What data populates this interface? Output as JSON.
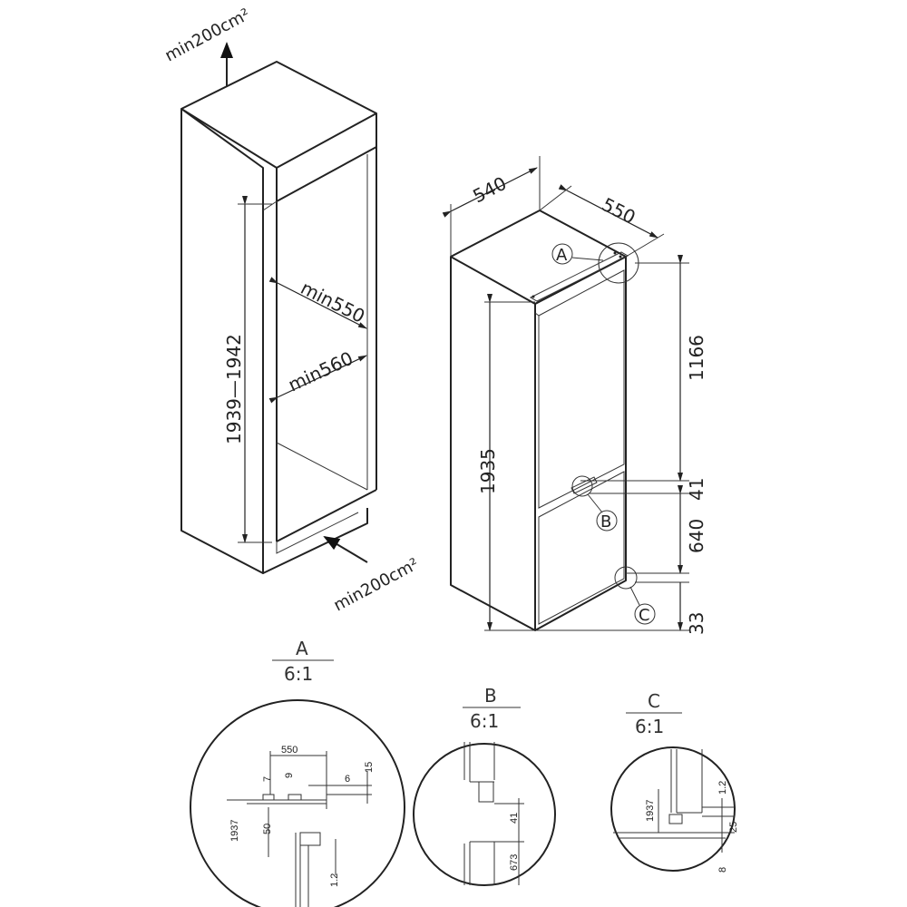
{
  "left_view": {
    "vent_top": "min200cm²",
    "vent_bottom": "min200cm²",
    "height_range": "1939—1942",
    "min_depth": "min550",
    "min_width": "min560"
  },
  "right_view": {
    "width": "540",
    "depth": "550",
    "total_height": "1935",
    "upper_door": "1166",
    "gap": "41",
    "lower_door": "640",
    "bottom_gap": "33",
    "marker_a": "A",
    "marker_b": "B",
    "marker_c": "C"
  },
  "details": [
    {
      "name": "A",
      "scale": "6:1",
      "dims": {
        "d550": "550",
        "d7": "7",
        "d9": "9",
        "d6": "6",
        "d15": "15",
        "d1937": "1937",
        "d50": "50",
        "d12": "1.2"
      }
    },
    {
      "name": "B",
      "scale": "6:1",
      "dims": {
        "d41": "41",
        "d673": "673"
      }
    },
    {
      "name": "C",
      "scale": "6:1",
      "dims": {
        "d1937": "1937",
        "d12": "1.2",
        "d25": "25",
        "d8": "8"
      }
    }
  ]
}
